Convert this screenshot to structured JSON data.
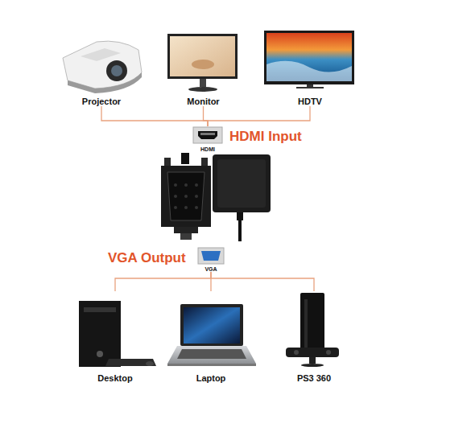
{
  "diagram": {
    "nodes": [
      {
        "text": [
          "Projector"
        ]
      },
      {
        "text": [
          "Monitor"
        ]
      },
      {
        "text": [
          "HDTV"
        ]
      },
      {
        "text": [
          "HDMI"
        ]
      },
      {
        "text": [
          "VGA"
        ]
      },
      {
        "text": [
          "Desktop"
        ]
      },
      {
        "text": [
          "Laptop"
        ]
      },
      {
        "text": [
          "PS3 360"
        ]
      }
    ],
    "edges": [
      {
        "from": 0,
        "to": 3,
        "arrow": "none"
      },
      {
        "from": 1,
        "to": 3,
        "arrow": "none"
      },
      {
        "from": 2,
        "to": 3,
        "arrow": "none"
      },
      {
        "from": 4,
        "to": 5,
        "arrow": "none"
      },
      {
        "from": 4,
        "to": 6,
        "arrow": "none"
      },
      {
        "from": 4,
        "to": 7,
        "arrow": "none"
      }
    ],
    "labels": [
      "HDMI Input",
      "VGA Output"
    ]
  }
}
